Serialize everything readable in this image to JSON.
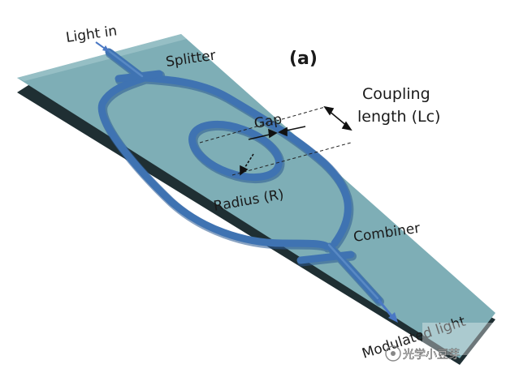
{
  "panel_label": "(a)",
  "labels": {
    "light_in": "Light in",
    "splitter": "Splitter",
    "coupling_line1": "Coupling",
    "coupling_line2": "length (Lc)",
    "gap": "Gap",
    "radius": "Radius (R)",
    "combiner": "Combiner",
    "modulated_light": "Modulated light"
  },
  "watermark": {
    "text": "光学小豆芽"
  },
  "colors": {
    "substrate_top": "#7eaeb6",
    "substrate_edge": "#1f2f33",
    "waveguide": "#3f73b2",
    "waveguide_dark": "#2c5a93",
    "arrow": "#4a78c4",
    "text": "#1a1a1a"
  }
}
